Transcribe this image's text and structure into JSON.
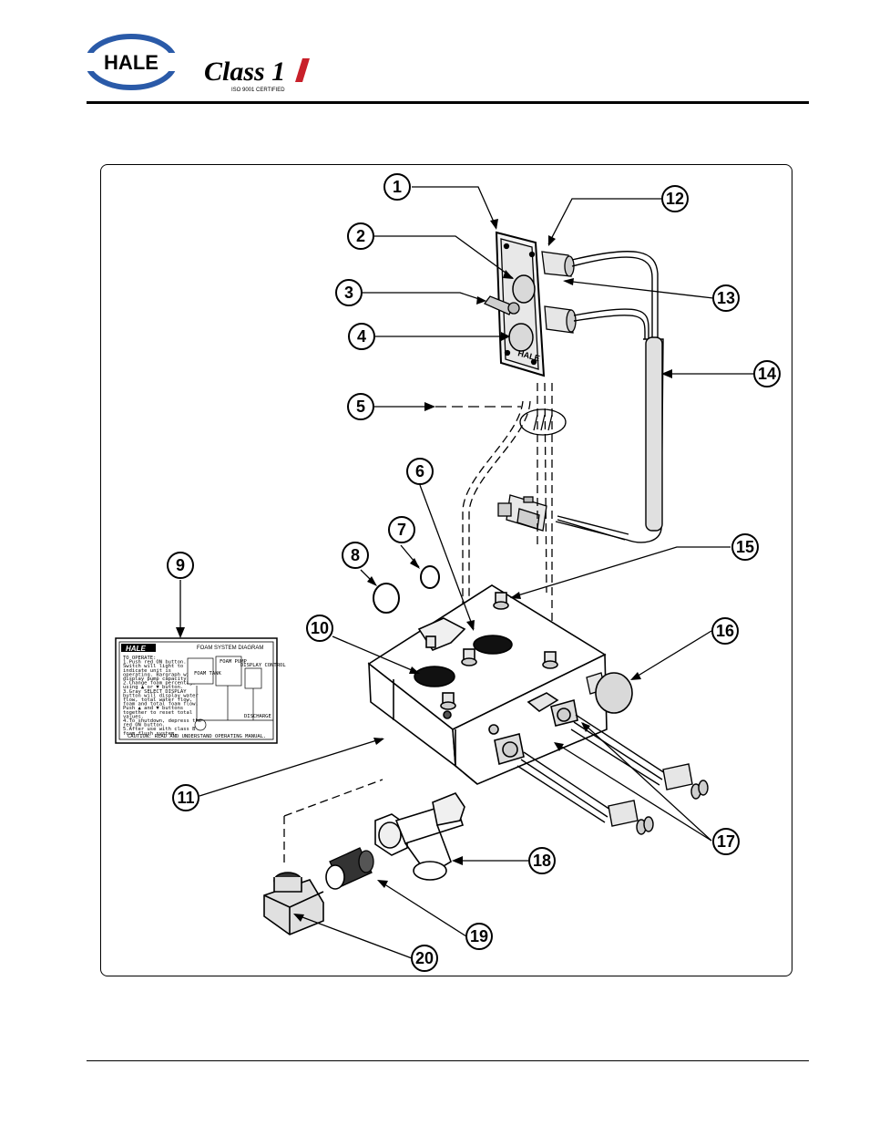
{
  "header": {
    "brand": "HALE",
    "class_logo": "Class 1",
    "certification": "ISO 9001 CERTIFIED"
  },
  "callouts": [
    "1",
    "2",
    "3",
    "4",
    "5",
    "6",
    "7",
    "8",
    "9",
    "10",
    "11",
    "12",
    "13",
    "14",
    "15",
    "16",
    "17",
    "18",
    "19",
    "20"
  ],
  "decal": {
    "brand": "HALE",
    "title": "FOAM SYSTEM DIAGRAM",
    "lines": [
      "TO OPERATE:",
      "1.Push red ON button.",
      "  Switch will light to",
      "  indicate unit is",
      "  operating. Bargraph will",
      "  display pump capacity.",
      "2.Change foam percentage",
      "  using ▲ or ▼ button.",
      "3.Gray SELECT DISPLAY",
      "  button will display water",
      "  flow, total water flow,",
      "  foam and total foam flow.",
      "  Push ▲ and ▼ buttons",
      "  together to reset total",
      "  values.",
      "4.To shutdown, depress the",
      "  red ON button.",
      "5.After use with class B",
      "  foam flush system."
    ],
    "caution": "CAUTION: READ AND UNDERSTAND OPERATING MANUAL.",
    "component_labels": [
      "FOAM TANK",
      "DISPLAY CONTROL",
      "FOAM PUMP",
      "DISCHARGE"
    ]
  },
  "panel": {
    "label": "HALE"
  },
  "colors": {
    "ink": "#000000",
    "paper": "#ffffff",
    "logo_blue": "#2a5aa8",
    "logo_red": "#c8202a",
    "part_gray": "#d9d9d9"
  }
}
